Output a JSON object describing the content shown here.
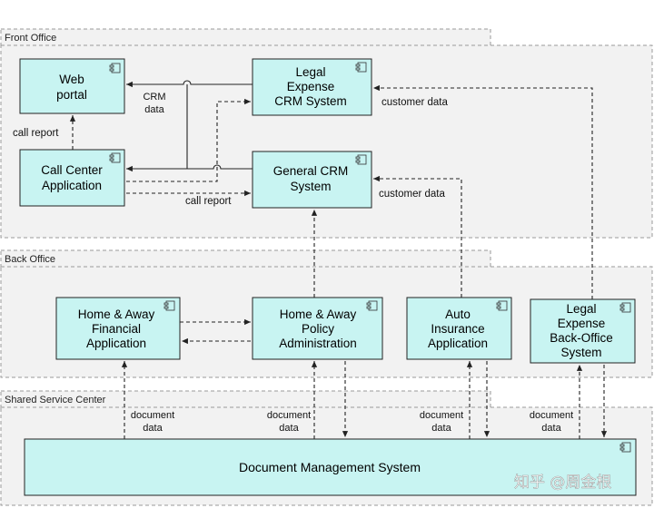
{
  "groups": {
    "front_office": "Front Office",
    "back_office": "Back Office",
    "shared_service_center": "Shared Service Center"
  },
  "components": {
    "web_portal": [
      "Web",
      "portal"
    ],
    "legal_expense_crm": [
      "Legal",
      "Expense",
      "CRM System"
    ],
    "call_center": [
      "Call Center",
      "Application"
    ],
    "general_crm": [
      "General CRM",
      "System"
    ],
    "home_away_financial": [
      "Home & Away",
      "Financial",
      "Application"
    ],
    "home_away_policy": [
      "Home & Away",
      "Policy",
      "Administration"
    ],
    "auto_insurance": [
      "Auto",
      "Insurance",
      "Application"
    ],
    "legal_expense_backoffice": [
      "Legal",
      "Expense",
      "Back-Office",
      "System"
    ],
    "document_management": "Document Management System"
  },
  "edge_labels": {
    "crm_data": [
      "CRM",
      "data"
    ],
    "call_report_1": "call report",
    "call_report_2": "call report",
    "customer_data_1": "customer data",
    "customer_data_2": "customer data",
    "document_data": [
      "document",
      "data"
    ]
  },
  "watermark": "知乎 @周金根"
}
